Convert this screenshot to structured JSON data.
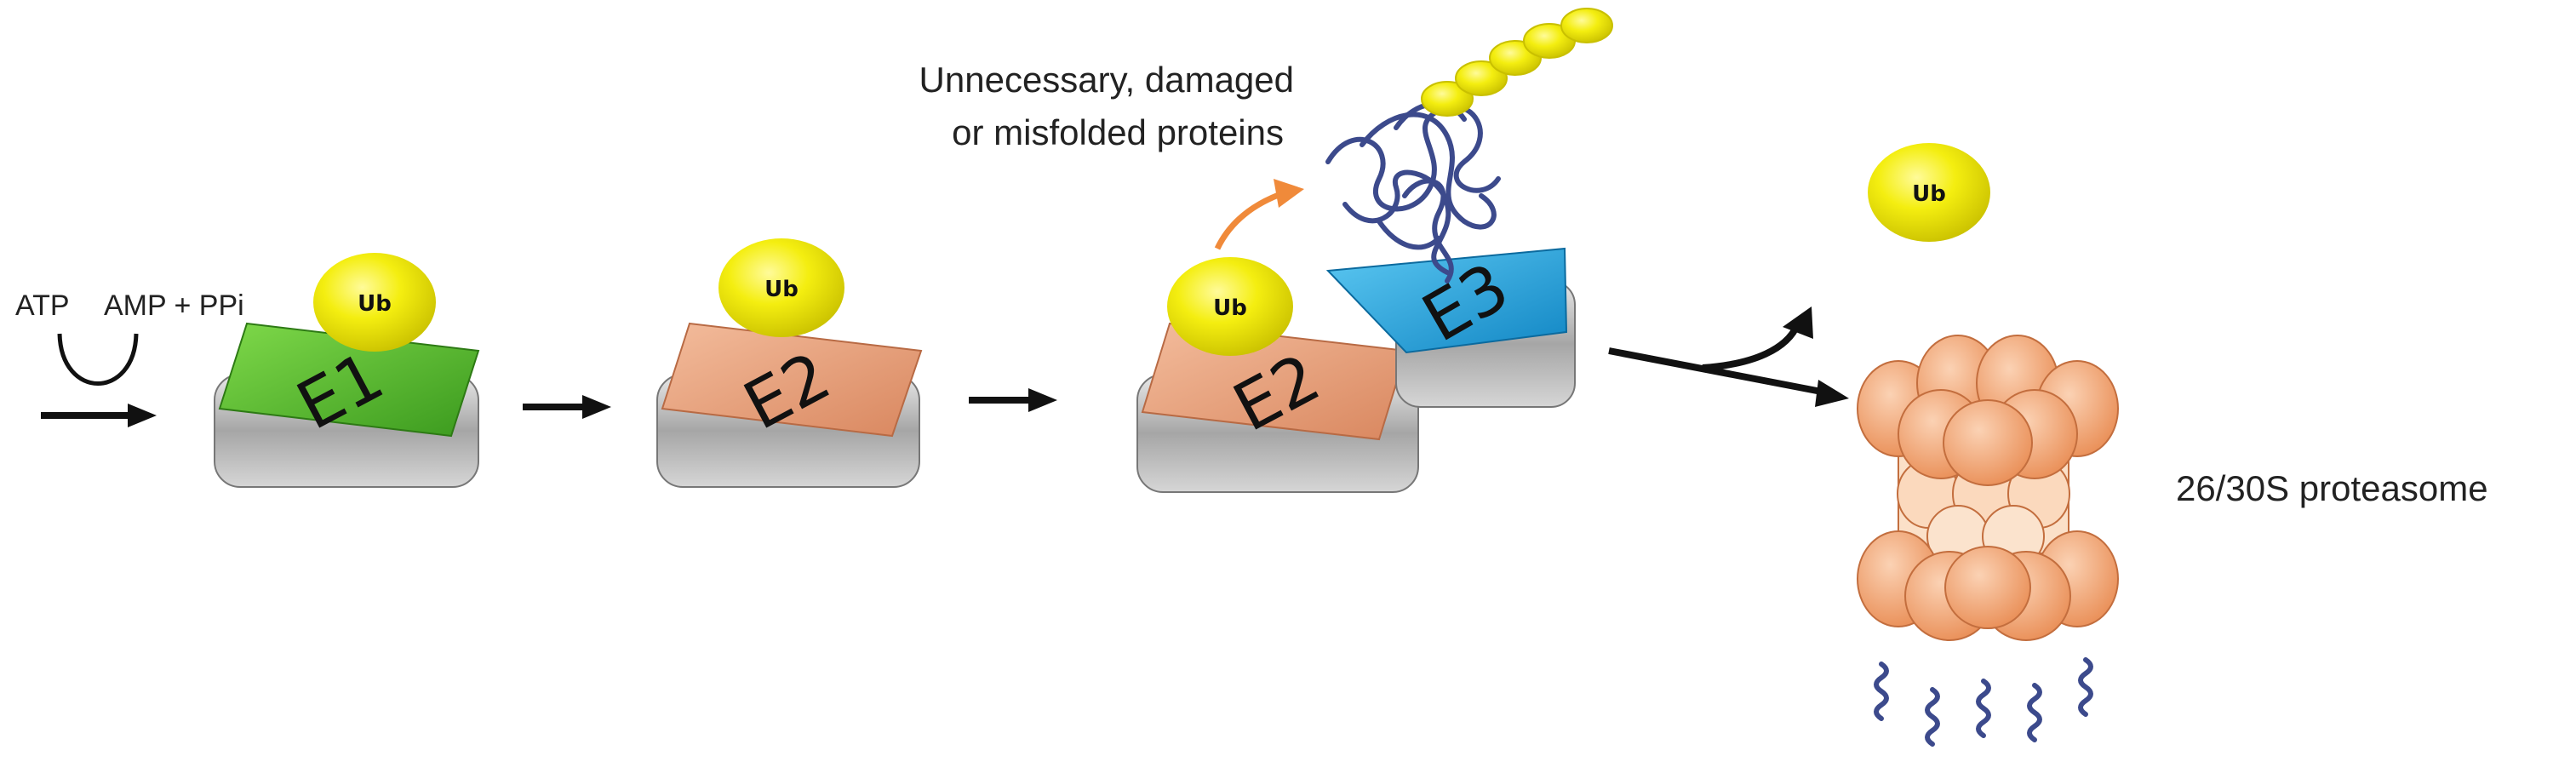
{
  "labels": {
    "atp": "ATP",
    "amp_ppi": "AMP + PPi",
    "substrate": [
      "Unnecessary, damaged",
      "or misfolded proteins"
    ],
    "proteasome": "26/30S proteasome"
  },
  "enzymes": {
    "e1": "E1",
    "e2a": "E2",
    "e2b": "E2",
    "e3": "E3"
  },
  "ub": "Ub",
  "colors": {
    "e1": "#5cbd2e",
    "e2": "#e8a07c",
    "e3": "#1ea7dc",
    "ub": "#f2ec00",
    "proteasome": "#f2aa7a",
    "protein": "#3c4a8c",
    "orange_arrow": "#f08a3a"
  }
}
